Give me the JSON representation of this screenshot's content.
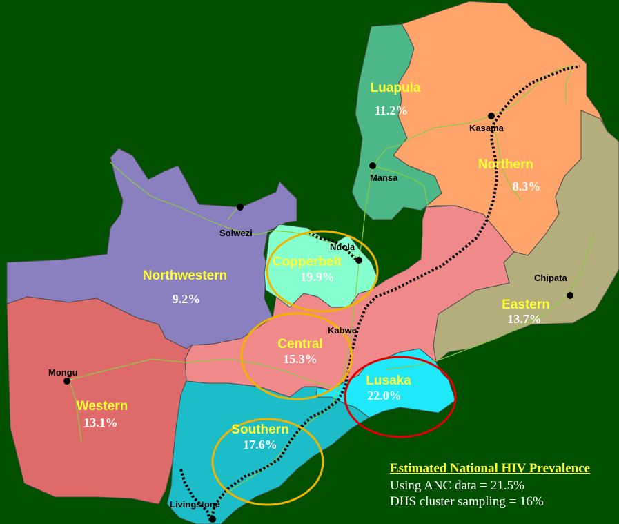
{
  "colors": {
    "background": "#005000",
    "region_label": "#ffff33",
    "percent_label": "#ffffff",
    "legend_title": "#ffff33",
    "circle_gold": "#f0b400",
    "circle_red": "#e00000",
    "road": "#88cc44",
    "railway": "#000000"
  },
  "regions": {
    "luapula": {
      "name": "Luapula",
      "percent": "11.2%",
      "color": "#4db887"
    },
    "northern": {
      "name": "Northern",
      "percent": "8.3%",
      "color": "#ffa56c"
    },
    "eastern": {
      "name": "Eastern",
      "percent": "13.7%",
      "color": "#b4ad7c"
    },
    "northwestern": {
      "name": "Northwestern",
      "percent": "9.2%",
      "color": "#8a80c0"
    },
    "copperbelt": {
      "name": "Copperbelt",
      "percent": "19.9%",
      "color": "#86ffce"
    },
    "central": {
      "name": "Central",
      "percent": "15.3%",
      "color": "#f08a8a"
    },
    "lusaka": {
      "name": "Lusaka",
      "percent": "22.0%",
      "color": "#1fe8f8"
    },
    "western": {
      "name": "Western",
      "percent": "13.1%",
      "color": "#de6a6a"
    },
    "southern": {
      "name": "Southern",
      "percent": "17.6%",
      "color": "#1cbdc8"
    }
  },
  "cities": {
    "kasama": "Kasama",
    "mansa": "Mansa",
    "solwezi": "Solwezi",
    "ndola": "Ndola",
    "chipata": "Chipata",
    "kabwe": "Kabwe",
    "mongu": "Mongu",
    "livingstone": "Livingstone"
  },
  "legend": {
    "title": "Estimated National HIV Prevalence",
    "line1": "Using ANC data = 21.5%",
    "line2": "DHS cluster sampling = 16%"
  }
}
